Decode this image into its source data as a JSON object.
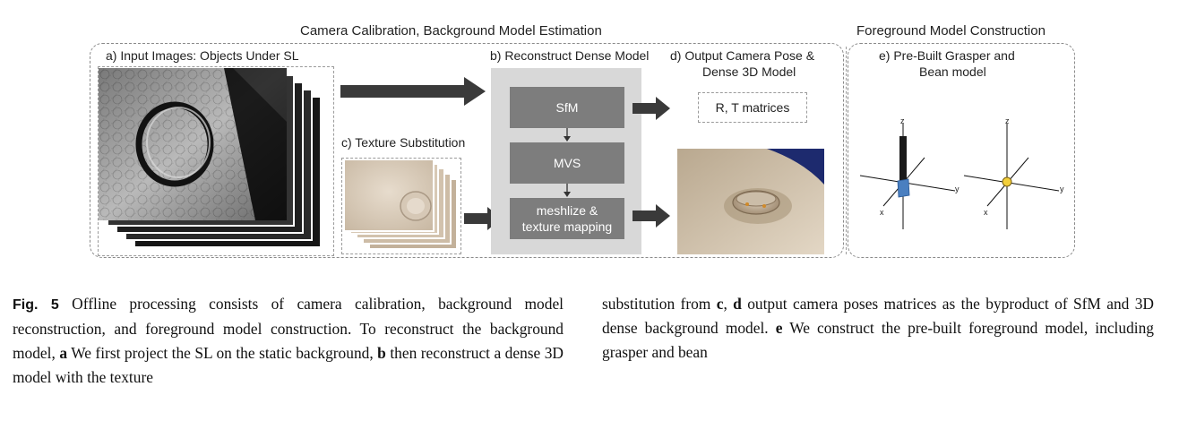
{
  "figure": {
    "section_left_title": "Camera Calibration, Background Model Estimation",
    "section_right_title": "Foreground Model Construction",
    "panel_a_label": "a) Input Images: Objects Under SL",
    "panel_b_label": "b) Reconstruct Dense Model",
    "panel_c_label": "c) Texture Substitution",
    "panel_d_label_line1": "d) Output Camera Pose &",
    "panel_d_label_line2": "Dense 3D Model",
    "panel_e_label_line1": "e) Pre-Built Grasper and",
    "panel_e_label_line2": "Bean model",
    "step_sfm": "SfM",
    "step_mvs": "MVS",
    "step_mesh_line1": "meshlize &",
    "step_mesh_line2": "texture mapping",
    "matrices_label": "R, T matrices",
    "axis_z": "z",
    "axis_y": "y",
    "axis_x": "x",
    "colors": {
      "step_box": "#7d7d7d",
      "panel_b_bg": "#d8d8d8",
      "arrow": "#3a3a3a",
      "grasper_blue": "#4a7fc0",
      "bean_yellow": "#f3cf3a",
      "sky_navy": "#1d2a6e"
    }
  },
  "caption": {
    "fig_label": "Fig. 5",
    "col1_p1": "Offline processing consists of camera calibration, background model reconstruction, and foreground model construction. To reconstruct the background model,",
    "a": "a",
    "col1_p2": "We first project the SL on the static background,",
    "b": "b",
    "col1_p3": "then reconstruct a dense 3D model with the texture",
    "col2_p1": "substitution from",
    "c": "c",
    "col2_p2": ",",
    "d": "d",
    "col2_p3": "output camera poses matrices as the byproduct of SfM and 3D dense background model.",
    "e": "e",
    "col2_p4": "We construct the pre-built foreground model, including grasper and bean"
  }
}
